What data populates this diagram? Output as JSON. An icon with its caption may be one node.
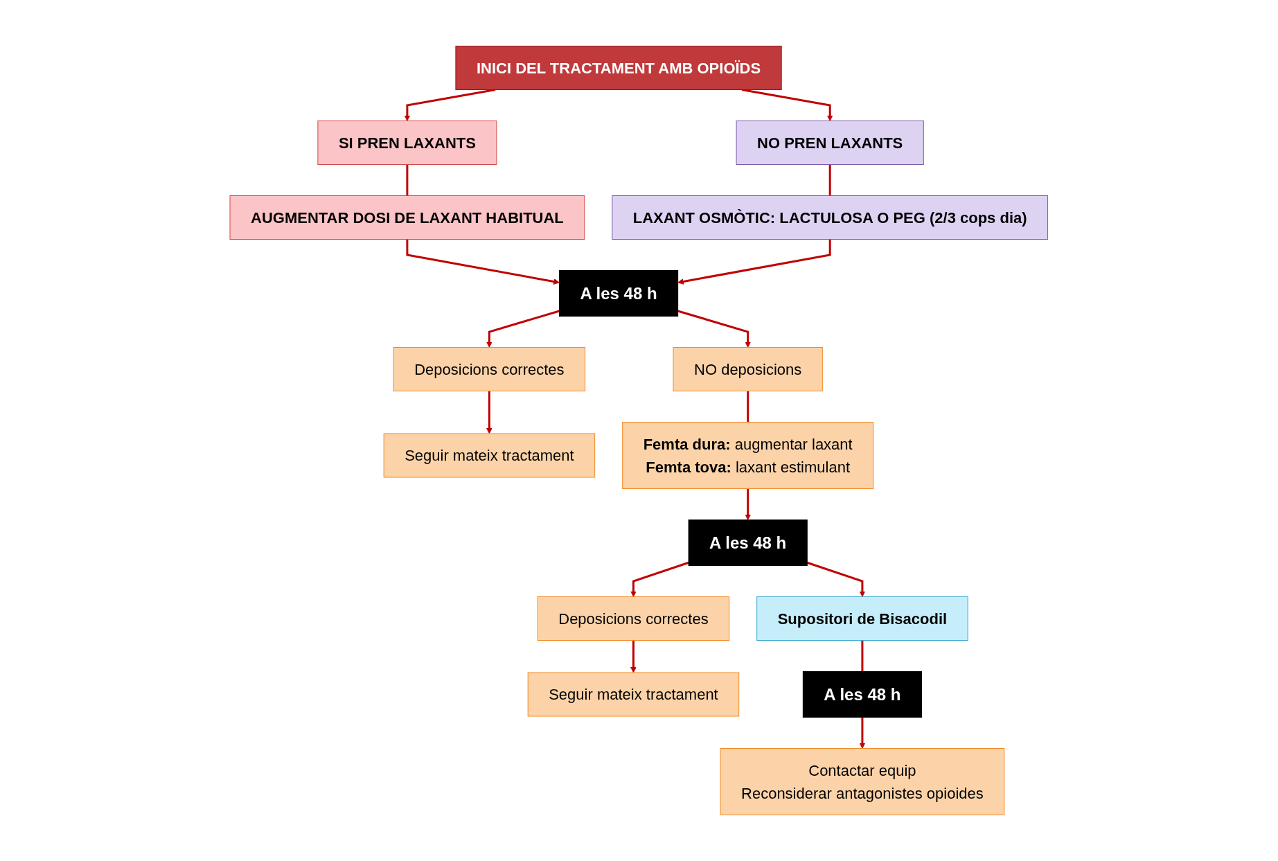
{
  "diagram": {
    "nodes": [
      {
        "text": [
          "INICI DEL TRACTAMENT AMB OPIOÏDS"
        ]
      },
      {
        "text": [
          "SI PREN LAXANTS"
        ]
      },
      {
        "text": [
          "NO PREN LAXANTS"
        ]
      },
      {
        "text": [
          "AUGMENTAR DOSI DE LAXANT HABITUAL"
        ]
      },
      {
        "text": [
          "LAXANT OSMÒTIC: LACTULOSA O PEG (2/3 cops dia)"
        ]
      },
      {
        "text": [
          "A les 48 h"
        ]
      },
      {
        "text": [
          "Deposicions correctes"
        ]
      },
      {
        "text": [
          "NO deposicions"
        ]
      },
      {
        "text": [
          "Seguir mateix tractament"
        ]
      },
      {
        "text": [
          "**Femta dura:** augmentar laxant",
          "**Femta tova:** laxant estimulant"
        ]
      },
      {
        "text": [
          "A les 48 h"
        ]
      },
      {
        "text": [
          "Deposicions correctes"
        ]
      },
      {
        "text": [
          "Supositori de Bisacodil"
        ]
      },
      {
        "text": [
          "Seguir mateix tractament"
        ]
      },
      {
        "text": [
          "A les 48 h"
        ]
      },
      {
        "text": [
          "Contactar equip",
          "Reconsiderar antagonistes opioides"
        ]
      }
    ],
    "edges": [
      {
        "from": 0,
        "to": 1,
        "arrow": "to"
      },
      {
        "from": 0,
        "to": 2,
        "arrow": "to"
      },
      {
        "from": 1,
        "to": 3,
        "arrow": "none"
      },
      {
        "from": 2,
        "to": 4,
        "arrow": "none"
      },
      {
        "from": 3,
        "to": 5,
        "arrow": "to"
      },
      {
        "from": 4,
        "to": 5,
        "arrow": "to"
      },
      {
        "from": 5,
        "to": 6,
        "arrow": "to"
      },
      {
        "from": 5,
        "to": 7,
        "arrow": "to"
      },
      {
        "from": 6,
        "to": 8,
        "arrow": "to"
      },
      {
        "from": 7,
        "to": 9,
        "arrow": "none"
      },
      {
        "from": 9,
        "to": 10,
        "arrow": "to"
      },
      {
        "from": 10,
        "to": 11,
        "arrow": "to"
      },
      {
        "from": 10,
        "to": 12,
        "arrow": "to"
      },
      {
        "from": 11,
        "to": 13,
        "arrow": "to"
      },
      {
        "from": 12,
        "to": 14,
        "arrow": "none"
      },
      {
        "from": 14,
        "to": 15,
        "arrow": "to"
      }
    ]
  }
}
